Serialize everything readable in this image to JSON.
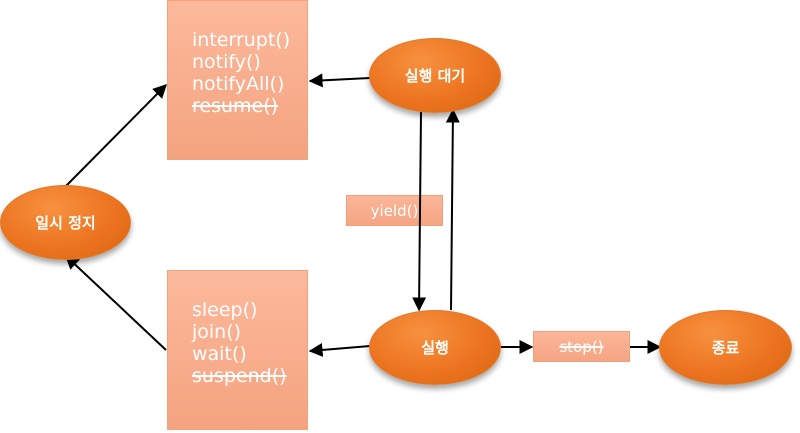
{
  "nodes": {
    "waiting": "실행 대기",
    "running": "실행",
    "paused": "일시 정지",
    "terminated": "종료"
  },
  "resume_box": {
    "items": [
      "interrupt()",
      "notify()",
      "notifyAll()",
      "resume()"
    ],
    "deprecated": [
      false,
      false,
      false,
      true
    ]
  },
  "pause_box": {
    "items": [
      "sleep()",
      "join()",
      "wait()",
      "suspend()"
    ],
    "deprecated": [
      false,
      false,
      false,
      true
    ]
  },
  "edge_labels": {
    "yield": "yield()",
    "stop": "stop()"
  },
  "colors": {
    "node_fill": "#ec7420",
    "box_fill": "#f4a37f",
    "arrow": "#000000"
  }
}
